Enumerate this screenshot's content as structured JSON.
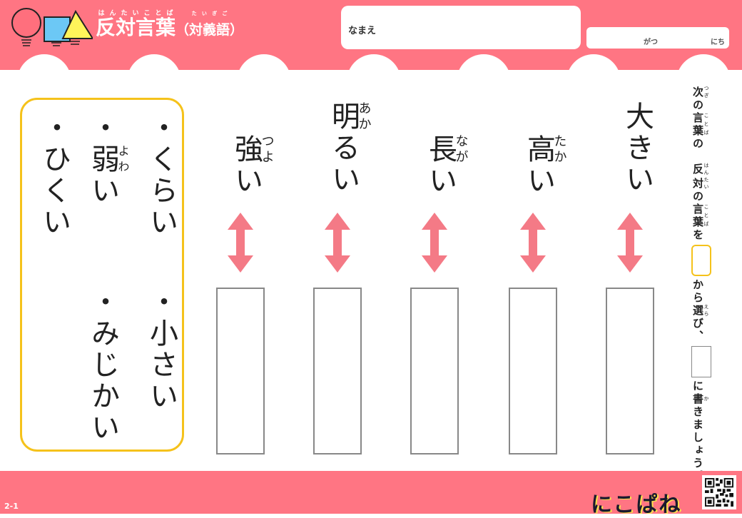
{
  "header": {
    "title": "反対言葉",
    "title_ruby": "はんたいことば",
    "subtitle_open": "（",
    "subtitle": "対義語",
    "subtitle_ruby": "たいぎご",
    "subtitle_close": "）",
    "name_label": "なまえ",
    "month_label": "がつ",
    "day_label": "にち"
  },
  "instruction": {
    "p1": "次",
    "p1r": "つぎ",
    "p2": "の",
    "p3": "言葉",
    "p3r": "ことば",
    "p4": "の　",
    "p5": "反対",
    "p5r": "はんたい",
    "p6": "の",
    "p7": "言葉",
    "p7r": "ことば",
    "p8": "を",
    "p9": "から",
    "p10": "選",
    "p10r": "えら",
    "p11": "び、",
    "p12": "に",
    "p13": "書",
    "p13r": "か",
    "p14": "きましょう。"
  },
  "words": [
    {
      "kanji": "強",
      "ruby": "つよ",
      "rest": "い"
    },
    {
      "kanji": "明",
      "ruby": "あか",
      "rest": "るい"
    },
    {
      "kanji": "長",
      "ruby": "なが",
      "rest": "い"
    },
    {
      "kanji": "高",
      "ruby": "たか",
      "rest": "い"
    },
    {
      "kanji": "大",
      "ruby": "",
      "rest": "きい"
    }
  ],
  "choices": [
    {
      "text": "・くらい"
    },
    {
      "text": "・小さい"
    },
    {
      "pre": "・",
      "kanji": "弱",
      "ruby": "よわ",
      "rest": "い"
    },
    {
      "text": "・みじかい"
    },
    {
      "text": "・ひくい"
    }
  ],
  "footer": {
    "page": "2-1",
    "brand": "にこぱね"
  },
  "colors": {
    "accent": "#ff7583",
    "choice_border": "#f5c21b",
    "arrow": "#f47a86"
  }
}
